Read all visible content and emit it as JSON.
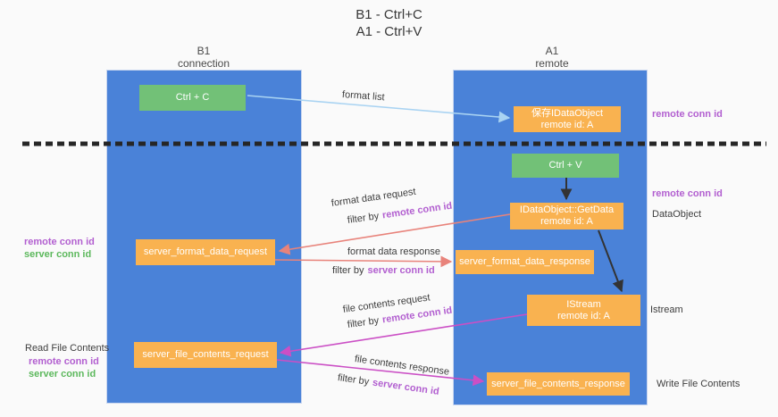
{
  "title": {
    "line1": "B1 - Ctrl+C",
    "line2": "A1 - Ctrl+V"
  },
  "columns": {
    "left": {
      "name": "B1",
      "role": "connection"
    },
    "right": {
      "name": "A1",
      "role": "remote"
    }
  },
  "boxes": {
    "ctrl_c": {
      "label": "Ctrl + C"
    },
    "ctrl_v": {
      "label": "Ctrl + V"
    },
    "save_dataobject": {
      "line1": "保存IDataObject",
      "line2": "remote id: A"
    },
    "getdata": {
      "line1": "IDataObject::GetData",
      "line2": "remote id: A"
    },
    "istream": {
      "line1": "IStream",
      "line2": "remote id: A"
    },
    "format_request": {
      "label": "server_format_data_request"
    },
    "format_response": {
      "label": "server_format_data_response"
    },
    "file_request": {
      "label": "server_file_contents_request"
    },
    "file_response": {
      "label": "server_file_contents_response"
    }
  },
  "right_labels": {
    "remote_conn_id_top": "remote conn id",
    "remote_conn_id_mid": "remote conn id",
    "dataobject": "DataObject",
    "istream": "Istream",
    "write_file_contents": "Write File Contents"
  },
  "left_labels": {
    "remote_conn_id_mid": "remote conn id",
    "server_conn_id_mid": "server conn id",
    "read_file_contents": "Read File Contents",
    "remote_conn_id_bottom": "remote conn id",
    "server_conn_id_bottom": "server conn id"
  },
  "flow_labels": {
    "format_list": "format list",
    "format_data_request": "format data request",
    "format_data_response": "format data response",
    "file_contents_request": "file contents request",
    "file_contents_response": "file contents response",
    "filter_by": "filter by",
    "remote_conn_id": "remote conn id",
    "server_conn_id": "server conn id"
  },
  "colors": {
    "column_blue": "#4a82d8",
    "box_orange": "#f9b250",
    "box_green": "#72c177",
    "arrow_lightblue": "#a9d3f2",
    "arrow_salmon": "#e8837b",
    "arrow_magenta": "#cb4fc5",
    "arrow_black": "#333333",
    "label_purple": "#b25fd0",
    "label_green": "#5cb85c",
    "dashed_line": "#262626",
    "background": "#fafafa"
  }
}
